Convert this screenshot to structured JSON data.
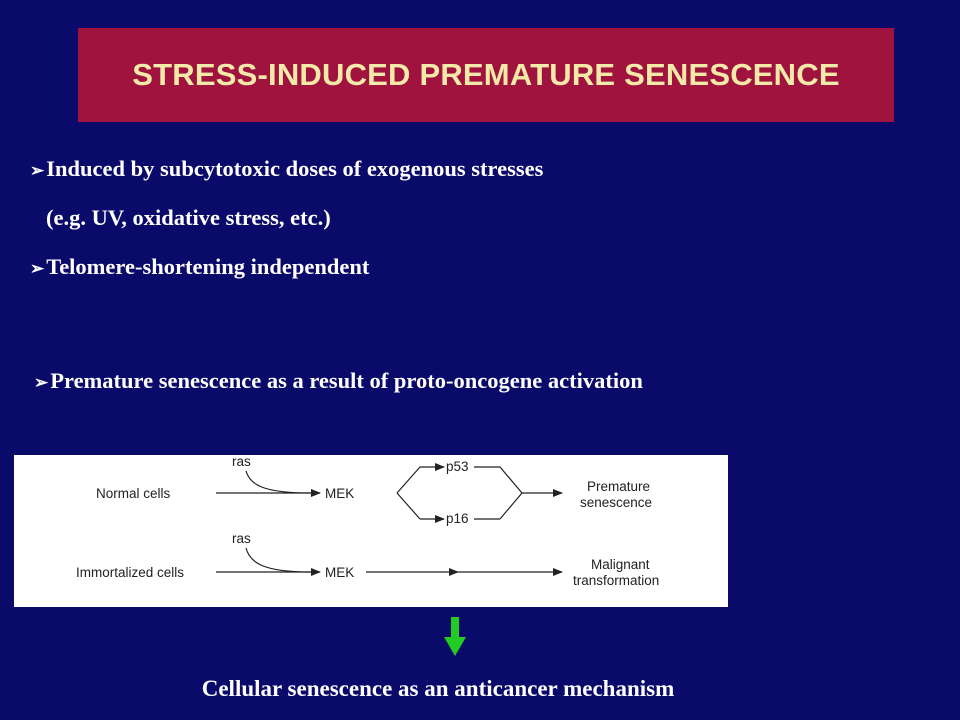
{
  "slide": {
    "title": "STRESS-INDUCED PREMATURE SENESCENCE",
    "bullets": [
      "Induced by subcytotoxic doses of exogenous stresses",
      "(e.g. UV, oxidative stress, etc.)",
      "Telomere-shortening independent",
      "Premature senescence as a result of proto-oncogene activation"
    ],
    "bullet_marker": "➢",
    "footer": "Cellular senescence as an anticancer mechanism",
    "colors": {
      "background": "#0a0a6b",
      "title_banner": "#a0133f",
      "title_text": "#f3e9a8",
      "body_text": "#ffffff",
      "down_arrow": "#22cc22"
    }
  },
  "pathway_figure": {
    "normal_row": {
      "cell_label": "Normal cells",
      "trigger": "ras",
      "kinase": "MEK",
      "branch_top": "p53",
      "branch_bottom": "p16",
      "outcome_line1": "Premature",
      "outcome_line2": "senescence"
    },
    "immortalized_row": {
      "cell_label": "Immortalized cells",
      "trigger": "ras",
      "kinase": "MEK",
      "outcome_line1": "Malignant",
      "outcome_line2": "transformation"
    }
  }
}
